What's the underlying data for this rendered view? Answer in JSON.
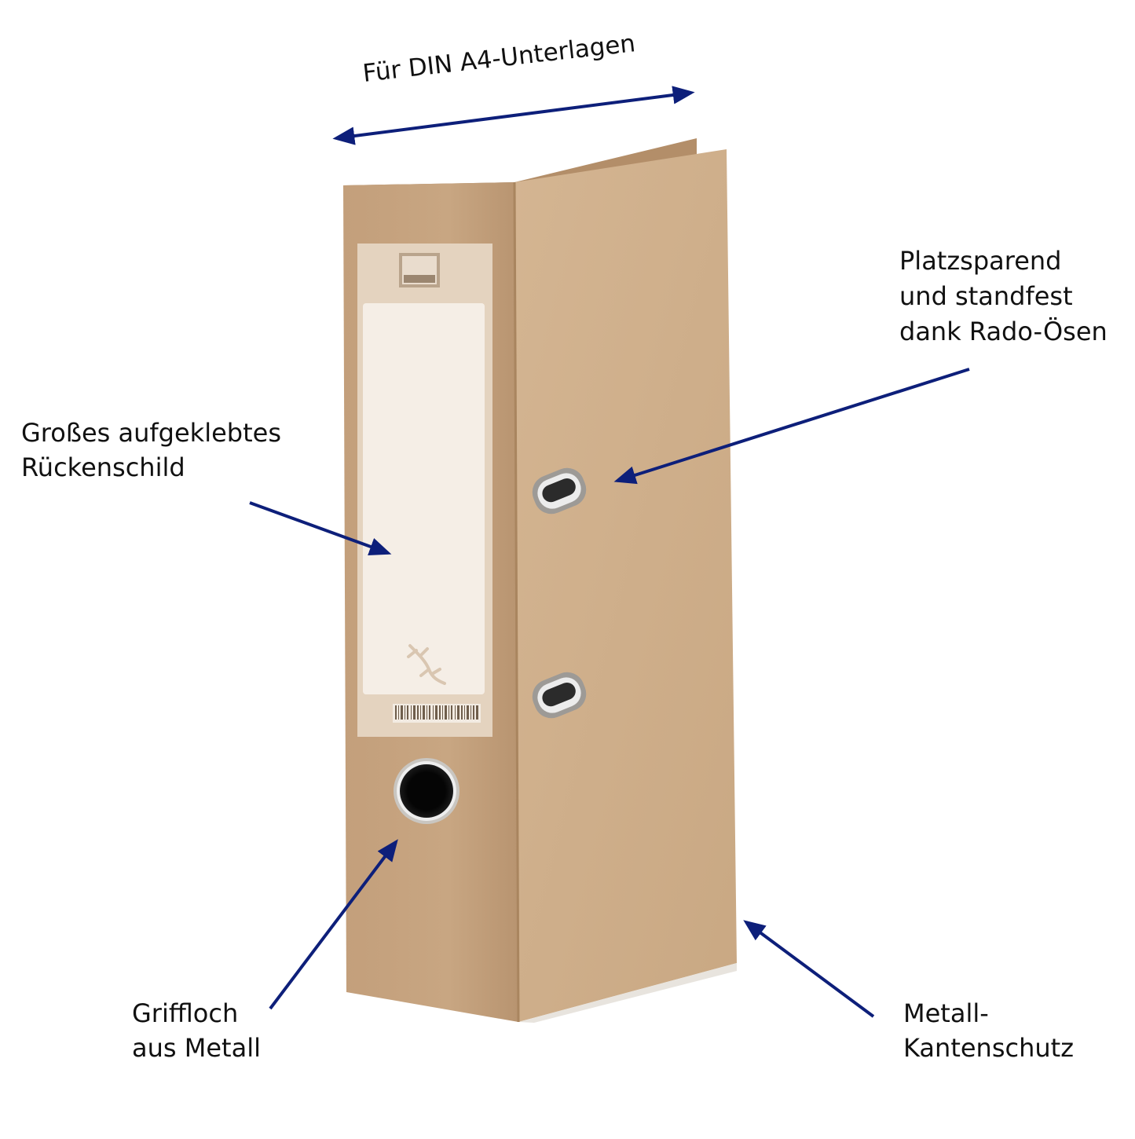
{
  "colors": {
    "arrow": "#0d1f7a",
    "kraft": "#c8a682",
    "kraft_dark": "#b48f6b",
    "kraft_light": "#d3b493",
    "label_panel": "#e6d6c4",
    "label_white": "#f5efe8"
  },
  "annotations": {
    "top": {
      "lines": [
        "Für DIN A4-Unterlagen"
      ]
    },
    "platz": {
      "lines": [
        "Platzsparend",
        "und standfest",
        "dank Rado-Ösen"
      ]
    },
    "gross": {
      "lines": [
        "Großes aufgeklebtes",
        "Rückenschild"
      ]
    },
    "griff": {
      "lines": [
        "Griffloch",
        "aus Metall"
      ]
    },
    "metall": {
      "lines": [
        "Metall-",
        "Kantenschutz"
      ]
    }
  },
  "icons": [
    "double-arrow-icon",
    "arrow-icon",
    "oxford-logo-icon",
    "gecko-icon",
    "barcode-icon"
  ]
}
